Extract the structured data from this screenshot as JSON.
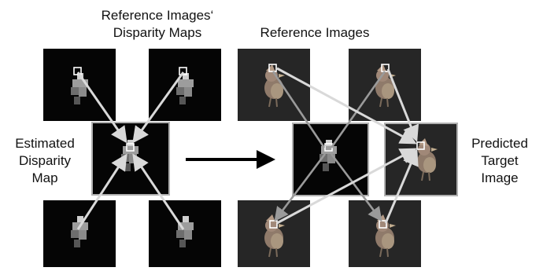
{
  "labels": {
    "ref_disparity_title_line1": "Reference Images‘",
    "ref_disparity_title_line2": "Disparity Maps",
    "ref_images_title": "Reference Images",
    "estimated_line1": "Estimated",
    "estimated_line2": "Disparity",
    "estimated_line3": "Map",
    "predicted_line1": "Predicted",
    "predicted_line2": "Target",
    "predicted_line3": "Image"
  },
  "colors": {
    "tile_background": "#050505",
    "photo_background": "#262626",
    "arrow_light": "#d9d9d9",
    "arrow_mid": "#9a9a9a",
    "frame_gray": "#b0b0b0",
    "main_arrow": "#000000"
  },
  "icons": {
    "disparity_tile": "blocky-disparity-map",
    "photo_tile": "bird-figure-photo",
    "marker": "square-marker"
  }
}
